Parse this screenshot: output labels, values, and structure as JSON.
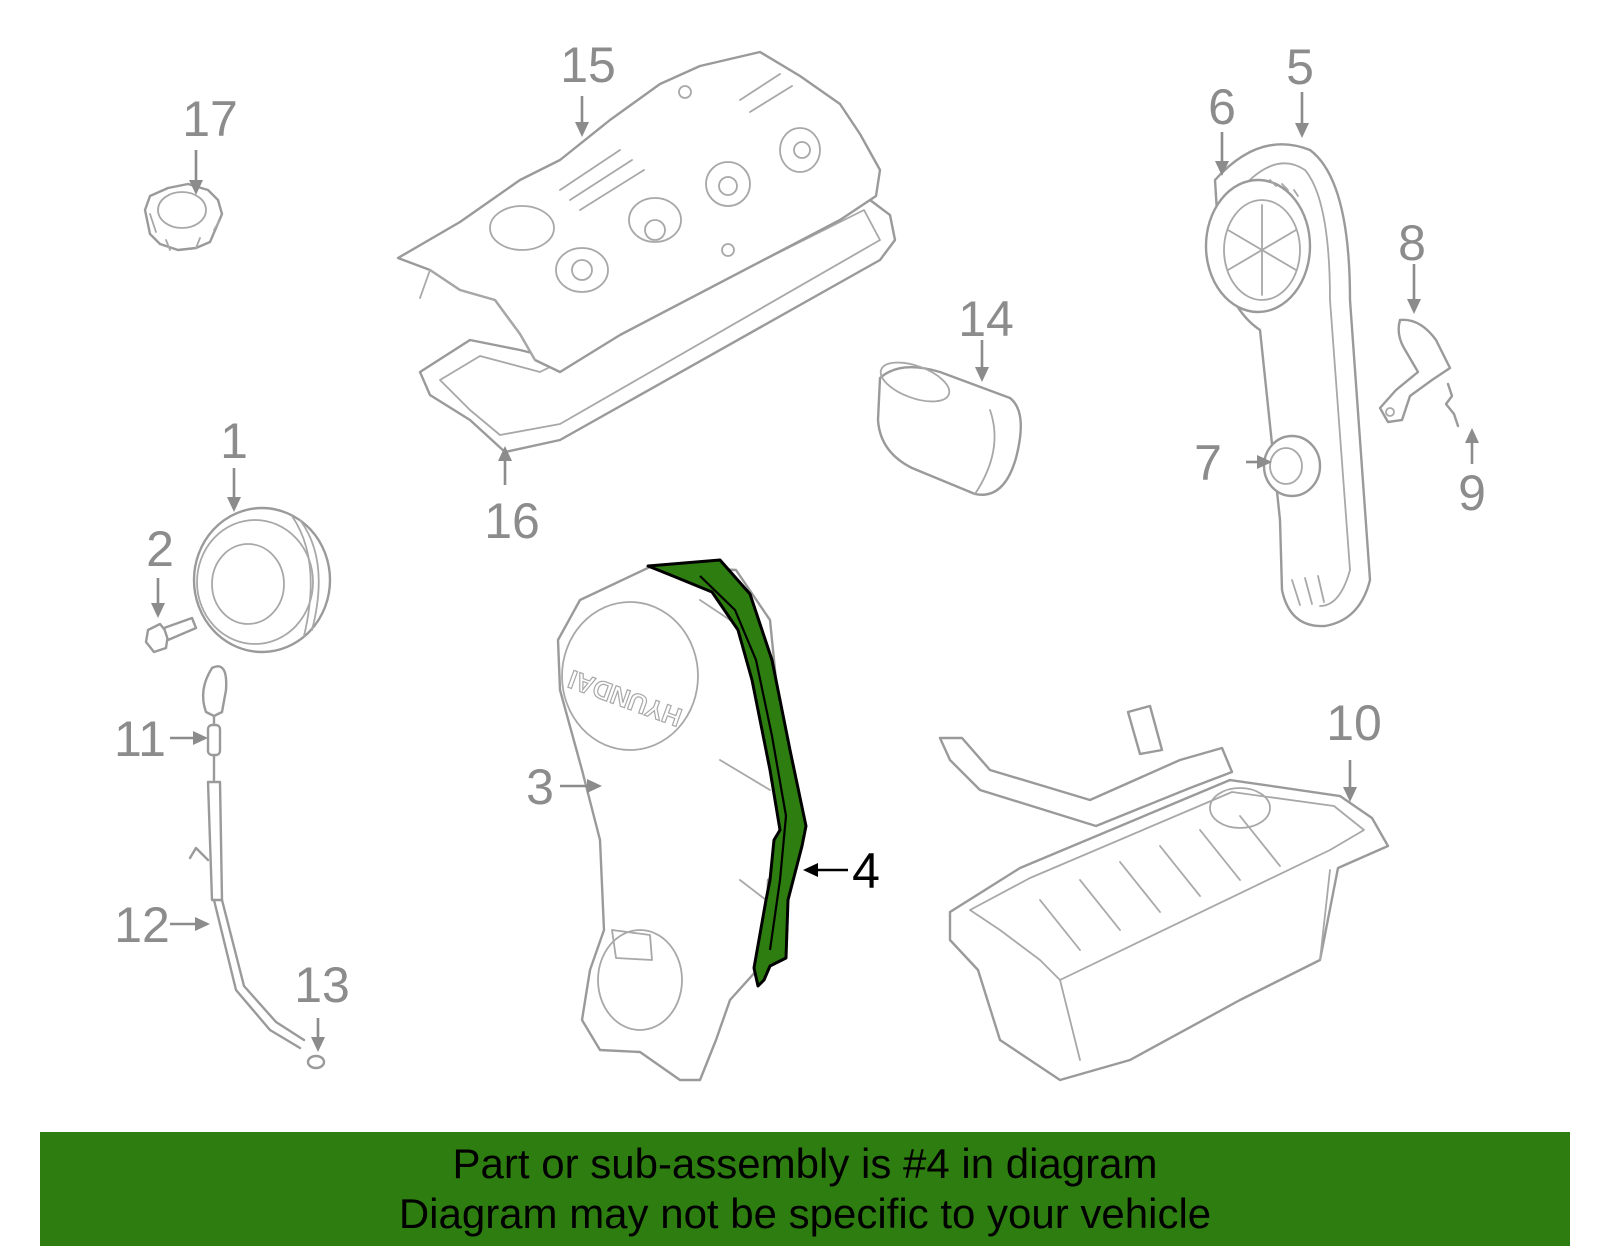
{
  "callouts": {
    "c1": "1",
    "c2": "2",
    "c3": "3",
    "c4": "4",
    "c5": "5",
    "c6": "6",
    "c7": "7",
    "c8": "8",
    "c9": "9",
    "c10": "10",
    "c11": "11",
    "c12": "12",
    "c13": "13",
    "c14": "14",
    "c15": "15",
    "c16": "16",
    "c17": "17"
  },
  "highlighted_part": "4",
  "cover_logo_text": "HYUNDAI",
  "colors": {
    "highlight_fill": "#2e7d10",
    "banner_background": "#2e7d10",
    "part_outline": "#9a9a9a",
    "callout_text": "#8c8c8c",
    "active_callout": "#000000"
  },
  "banner": {
    "line1": "Part or sub-assembly is #4 in diagram",
    "line2": "Diagram may not be specific to your vehicle"
  }
}
